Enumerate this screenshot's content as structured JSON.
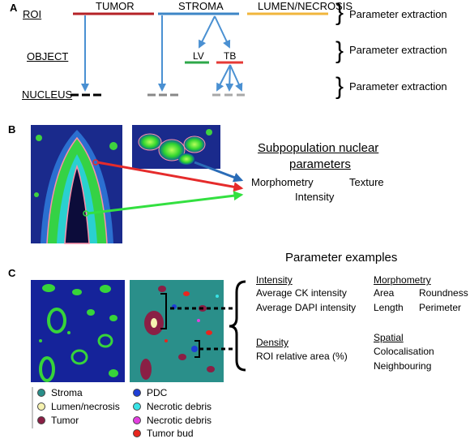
{
  "panel_a": {
    "letter": "A",
    "rows": {
      "roi": "ROI",
      "object": "OBJECT",
      "nucleus": "NUCLEUS"
    },
    "regions": {
      "tumor": "TUMOR",
      "stroma": "STROMA",
      "lumen": "LUMEN/NECROSIS"
    },
    "objects": {
      "lv": "LV",
      "tb": "TB"
    },
    "extraction_labels": [
      "Parameter extraction",
      "Parameter extraction",
      "Parameter extraction"
    ],
    "colors": {
      "tumor": "#b52227",
      "stroma": "#3d86c6",
      "lumen": "#f0b63c",
      "lv": "#2ea84a",
      "tb": "#e53935",
      "arrow": "#4a90d2"
    }
  },
  "panel_b": {
    "letter": "B",
    "title_line1": "Subpopulation nuclear",
    "title_line2": "parameters",
    "features": [
      "Morphometry",
      "Texture",
      "Intensity"
    ],
    "colors": {
      "blue_arrow": "#2a6cb7",
      "red_arrow": "#e52b2b",
      "green_arrow": "#33e040"
    }
  },
  "panel_c": {
    "letter": "C",
    "title": "Parameter examples",
    "groups": {
      "intensity": {
        "heading": "Intensity",
        "items": [
          "Average CK intensity",
          "Average DAPI intensity"
        ]
      },
      "morphometry": {
        "heading": "Morphometry",
        "items": [
          "Area",
          "Roundness",
          "Length",
          "Perimeter"
        ]
      },
      "density": {
        "heading": "Density",
        "items": [
          "ROI relative area (%)"
        ]
      },
      "spatial": {
        "heading": "Spatial",
        "items": [
          "Colocalisation",
          "Neighbouring"
        ]
      }
    },
    "legend_left": [
      {
        "label": "Stroma",
        "color": "#2a8f8a"
      },
      {
        "label": "Lumen/necrosis",
        "color": "#f6f2b0"
      },
      {
        "label": "Tumor",
        "color": "#8a1f45"
      }
    ],
    "legend_right": [
      {
        "label": "PDC",
        "color": "#1f3fd6"
      },
      {
        "label": "Necrotic debris",
        "color": "#39e3e6"
      },
      {
        "label": "Necrotic debris",
        "color": "#e33fe0"
      },
      {
        "label": "Tumor bud",
        "color": "#e8261e"
      }
    ]
  }
}
